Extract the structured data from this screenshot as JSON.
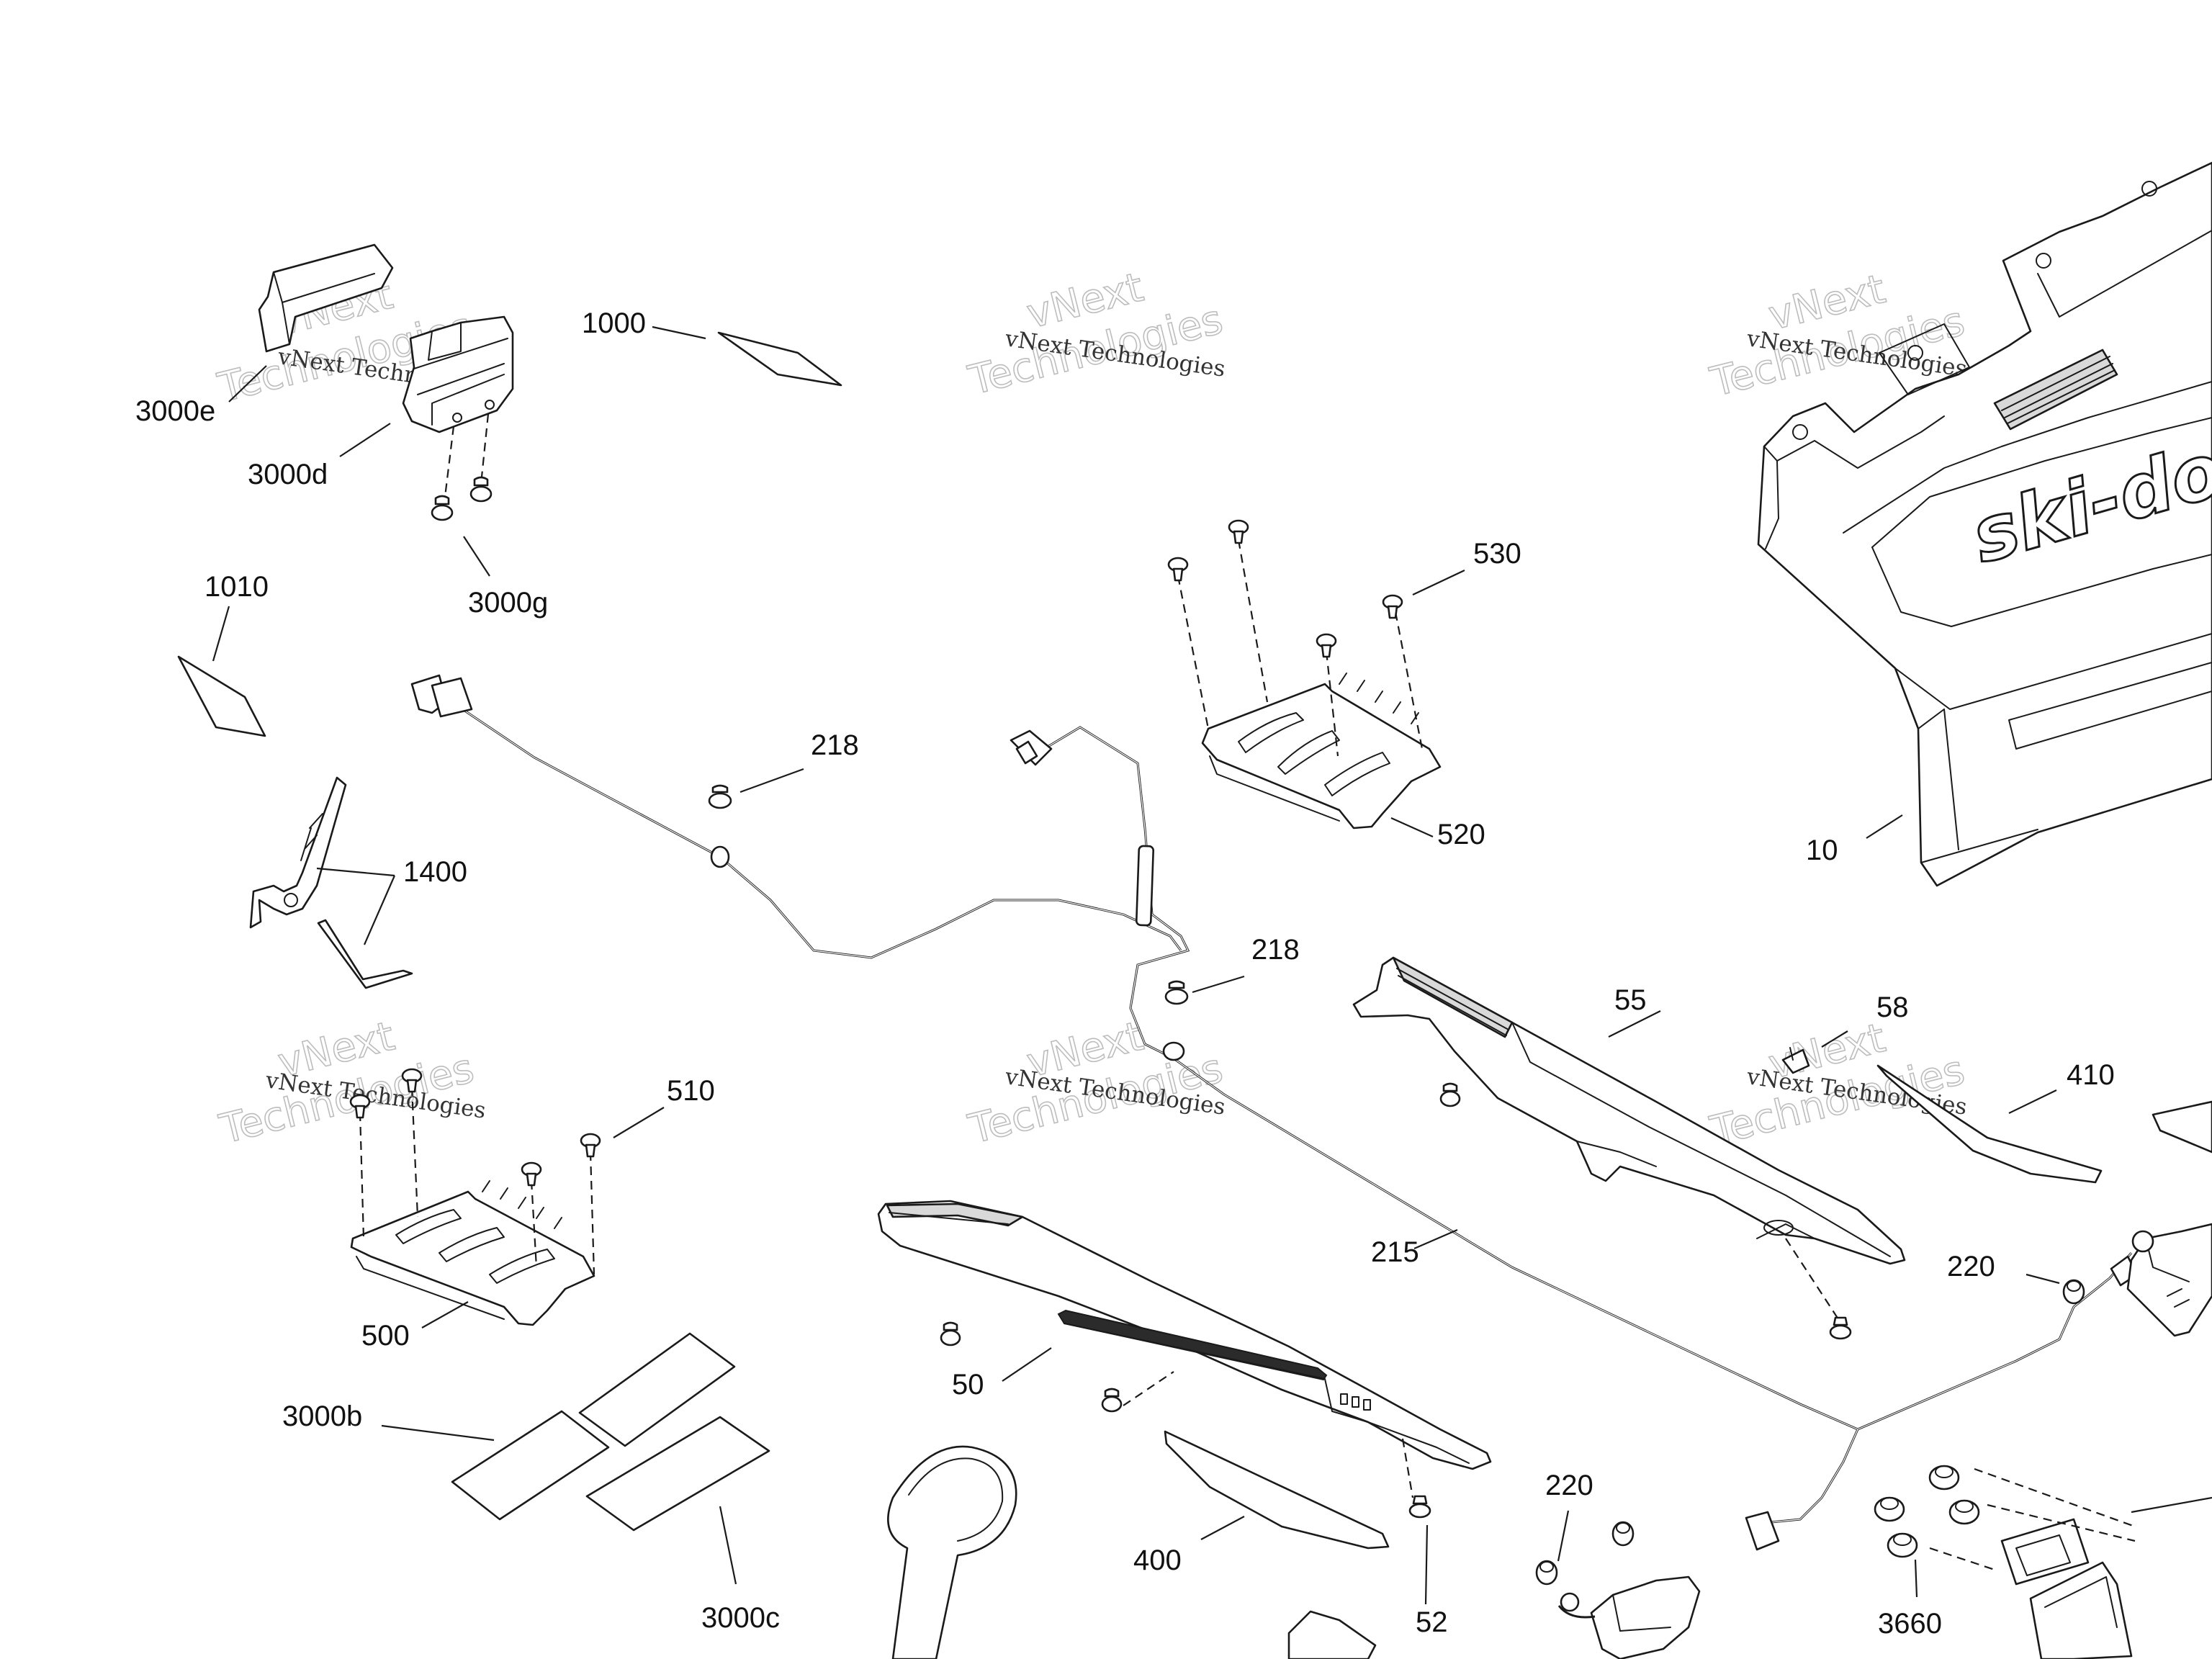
{
  "watermark": {
    "company": "vNext Technologies",
    "line1": "vNext",
    "line2": "Technologies"
  },
  "logo_text": "ski-doo",
  "callouts": {
    "c3000e": "3000e",
    "c3000d": "3000d",
    "c3000g": "3000g",
    "c1000": "1000",
    "c1010": "1010",
    "c1400": "1400",
    "c218a": "218",
    "c218b": "218",
    "c530": "530",
    "c520": "520",
    "c10": "10",
    "c55": "55",
    "c58": "58",
    "c410": "410",
    "c510": "510",
    "c500": "500",
    "c215": "215",
    "c220a": "220",
    "c220b": "220",
    "c50": "50",
    "c3000b": "3000b",
    "c3000c": "3000c",
    "c400": "400",
    "c52": "52",
    "c3660": "3660"
  }
}
